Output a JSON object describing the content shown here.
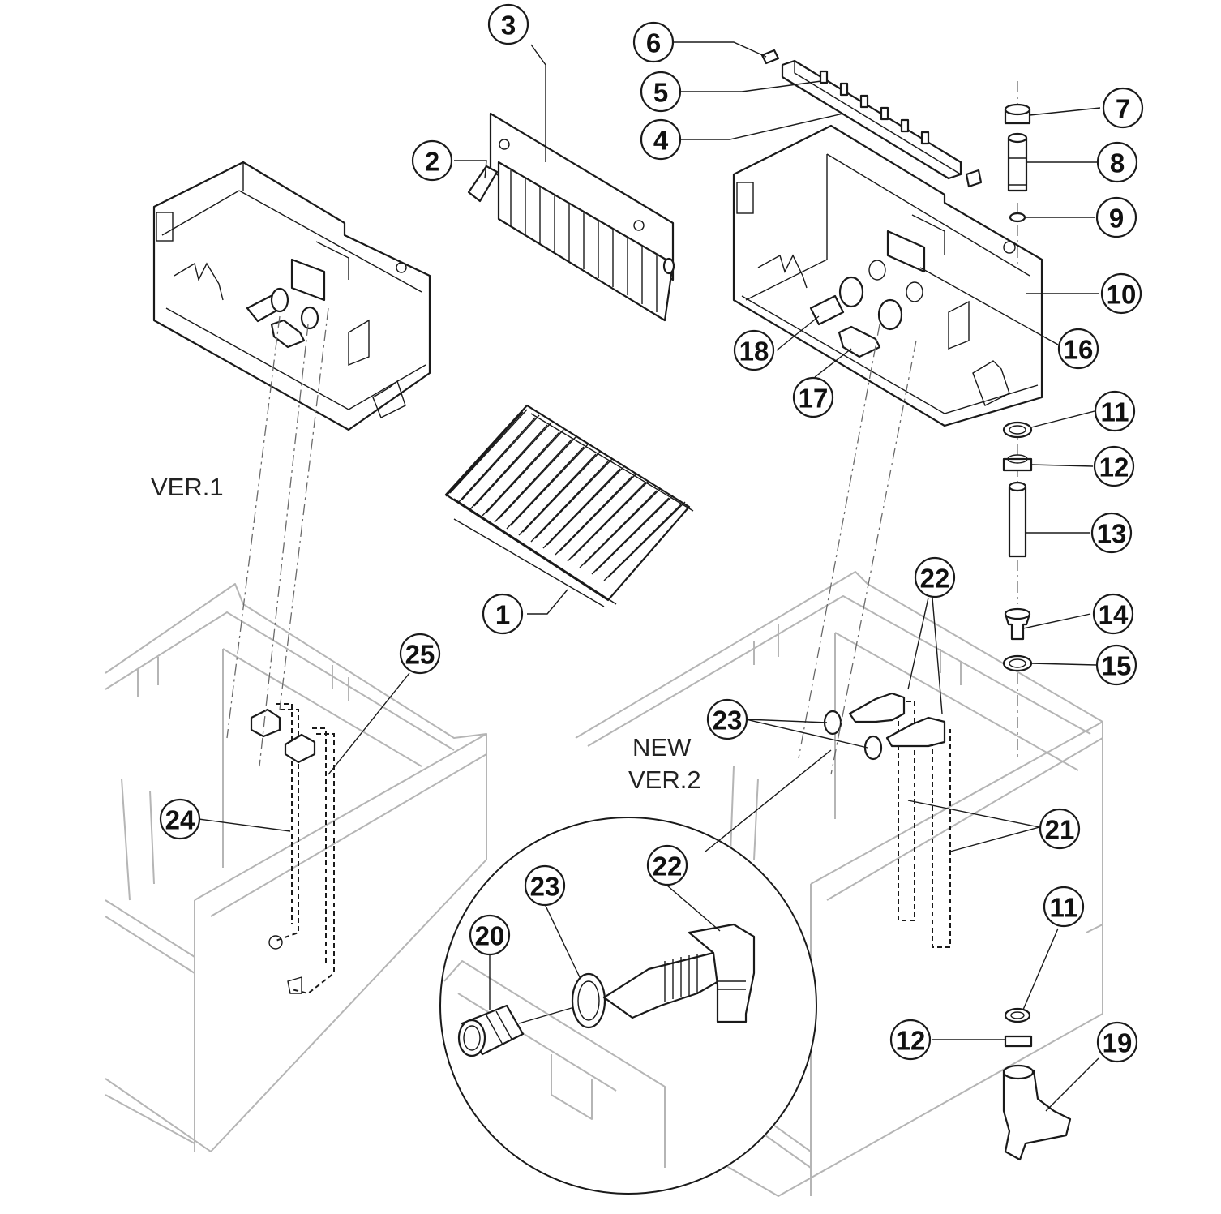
{
  "part_numbers": [
    "1",
    "2",
    "3",
    "4",
    "5",
    "6",
    "7",
    "8",
    "9",
    "10",
    "11",
    "12",
    "13",
    "14",
    "15",
    "16",
    "17",
    "18",
    "19",
    "20",
    "21",
    "22",
    "23",
    "24",
    "25"
  ],
  "notes": {
    "ver1": "VER.1",
    "ver2_line1": "NEW",
    "ver2_line2": "VER.2"
  },
  "colors": {
    "ink": "#1a1a1a",
    "ghost_outline": "#b5b5b5",
    "background": "#ffffff"
  }
}
